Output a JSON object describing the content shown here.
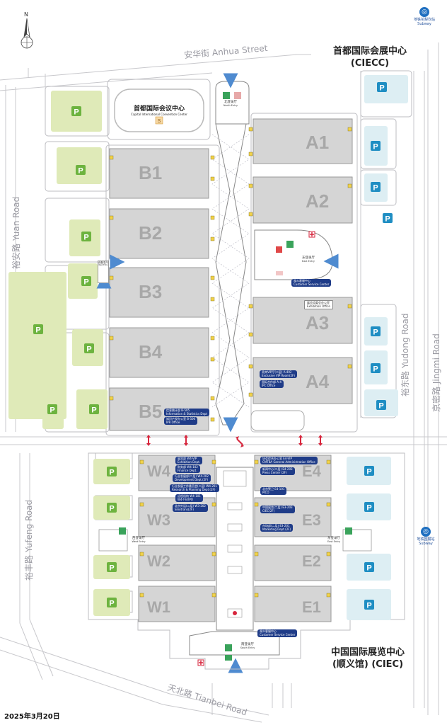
{
  "compass": {
    "letter": "N"
  },
  "roads": {
    "anhua": "安华街 Anhua Street",
    "yuan": "裕安路 Yuan Road",
    "yudong": "裕东路 Yudong Road",
    "jingmi": "京密路 Jingmi Road",
    "yufeng": "裕丰路 Yufeng Road",
    "tianbei": "天北路 Tianbei Road"
  },
  "venues": {
    "ciecc_cn": "首都国际会展中心",
    "ciecc_en": "(CIECC)",
    "ciec_cn": "中国国际展览中心",
    "ciec_cn2": "(顺义馆) (CIEC)",
    "convention_cn": "首都国际会议中心",
    "convention_en": "Capital International Convention Center"
  },
  "subway": [
    {
      "name_cn": "地铁花梨坎站",
      "name_en": "Subway"
    },
    {
      "name_cn": "地铁国展站",
      "name_en": "Subway"
    }
  ],
  "halls_north": [
    "A1",
    "A2",
    "A3",
    "A4",
    "B1",
    "B2",
    "B3",
    "B4",
    "B5"
  ],
  "halls_south": [
    "W4",
    "W3",
    "W2",
    "W1",
    "E4",
    "E3",
    "E2",
    "E1"
  ],
  "parking_symbol": "P",
  "entries": {
    "north": {
      "cn": "北登录厅",
      "en": "North Entry"
    },
    "east": {
      "cn": "东登录厅",
      "en": "East Entry"
    },
    "west_north": {
      "cn": "西登录厅",
      "en": "West Entry"
    },
    "west": {
      "cn": "西登录厅",
      "en": "West Entry"
    },
    "east_south": {
      "cn": "东登录厅",
      "en": "East Entry"
    },
    "south": {
      "cn": "南登录厅",
      "en": "South Entry"
    }
  },
  "service": {
    "north_cs": {
      "cn": "观众客服中心",
      "en": "Customer Service Center"
    },
    "south_cs": {
      "cn": "观众客服中心",
      "en": "Customer Service Center"
    },
    "expo_office": {
      "cn": "展会组委会办公室",
      "en": "Exhibition Office"
    }
  },
  "offices_north": [
    {
      "cn": "贵宾VIP厅(二层) A-402",
      "en": "Exclusive VIP Room(2F)"
    },
    {
      "cn": "国际合作部 A-4",
      "en": "IPC Office"
    }
  ],
  "offices_b5": [
    {
      "cn": "信息统计部 B-505",
      "en": "Information & Statistics Dept"
    },
    {
      "cn": "知识产权办公室 B-506",
      "en": "IPR Office"
    }
  ],
  "offices_west": [
    {
      "cn": "展览部 W4-VIP",
      "en": "Exhibition Dept."
    },
    {
      "cn": "财务部 W4-102",
      "en": "Finance Dept."
    },
    {
      "cn": "行业发展部(二层) W4-202",
      "en": "Development Dept.(2F)"
    },
    {
      "cn": "行业发展工作委员会(二层) W4-201",
      "en": "Research & Planning Dept.(2F)"
    },
    {
      "cn": "远程机构 W4-101",
      "en": "W4-T-EXPO"
    },
    {
      "cn": "北京外运(二层) W3-202",
      "en": "Sinotrans(2F)"
    }
  ],
  "offices_east": [
    {
      "cn": "协会综合办公室 E4-VIP",
      "en": "CMTBA General Administration Office"
    },
    {
      "cn": "新闻中心(二层) E4-203",
      "en": "Press Center (2F)"
    },
    {
      "cn": "北京警卫 E4-101",
      "en": "PICO"
    },
    {
      "cn": "中国展览(二层) E3-203",
      "en": "CIEC(2F)"
    },
    {
      "cn": "市场部(二层) E3-201",
      "en": "Marketing Dept.(2F)"
    }
  ],
  "date": "2025年3月20日",
  "colors": {
    "hall": "#d5d5d5",
    "parking_green": "#dfeab8",
    "parking_blue": "#ddeef3",
    "parking_green_icon": "#6db33f",
    "parking_blue_icon": "#1f8ec3",
    "label_navy": "#1f3c88",
    "arrow_blue": "#4f8bd0",
    "arrow_red": "#d7263d"
  }
}
